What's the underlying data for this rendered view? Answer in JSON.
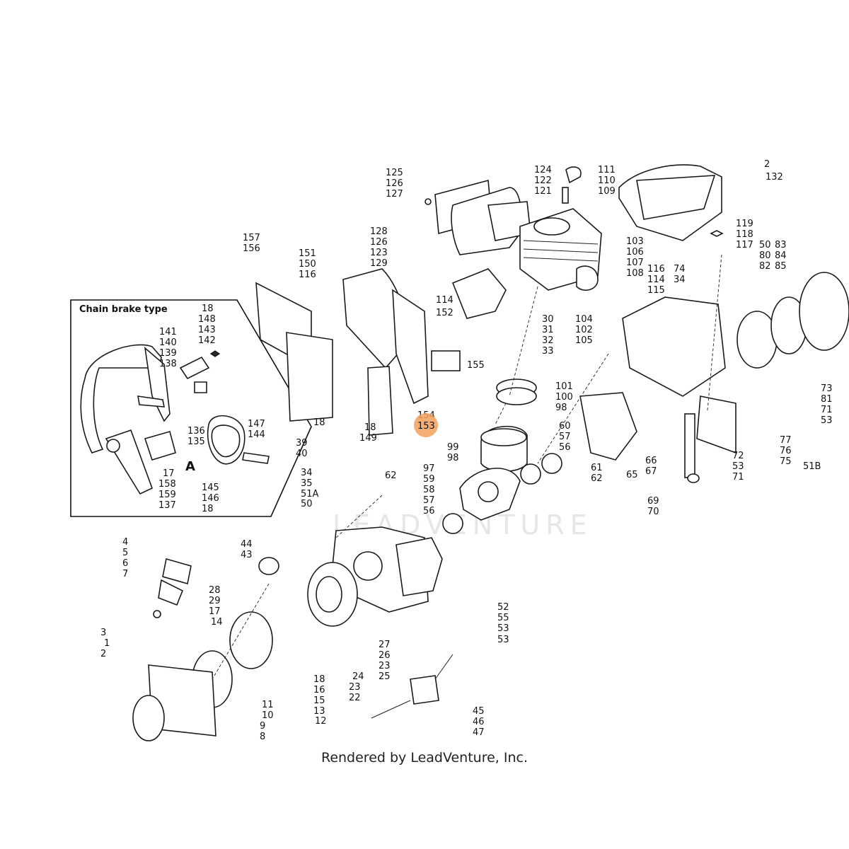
{
  "brake_box_title": "Chain brake type",
  "brake_box_marker": "A",
  "watermark": "LEADVENTURE",
  "footer": "Rendered by LeadVenture, Inc.",
  "highlight_color": "#f5a05a",
  "highlighted_label": "153",
  "labels": [
    "2",
    "132",
    "111",
    "110",
    "109",
    "124",
    "122",
    "121",
    "125",
    "126",
    "127",
    "128",
    "126",
    "123",
    "129",
    "119",
    "118",
    "117",
    "50",
    "80",
    "82",
    "83",
    "84",
    "85",
    "157",
    "156",
    "151",
    "150",
    "116",
    "114",
    "152",
    "103",
    "106",
    "107",
    "108",
    "116",
    "114",
    "115",
    "74",
    "34",
    "30",
    "31",
    "32",
    "33",
    "104",
    "102",
    "105",
    "18",
    "148",
    "143",
    "142",
    "141",
    "140",
    "139",
    "138",
    "136",
    "135",
    "17",
    "158",
    "159",
    "137",
    "145",
    "146",
    "18",
    "147",
    "144",
    "18",
    "18",
    "149",
    "154",
    "153",
    "155",
    "101",
    "100",
    "98",
    "99",
    "98",
    "60",
    "57",
    "56",
    "61",
    "62",
    "65",
    "66",
    "67",
    "69",
    "70",
    "72",
    "53",
    "71",
    "73",
    "81",
    "71",
    "53",
    "77",
    "76",
    "75",
    "51B",
    "39",
    "40",
    "34",
    "35",
    "51A",
    "50",
    "62",
    "97",
    "59",
    "58",
    "57",
    "56",
    "44",
    "43",
    "4",
    "5",
    "6",
    "7",
    "28",
    "29",
    "17",
    "14",
    "3",
    "1",
    "2",
    "11",
    "10",
    "9",
    "8",
    "18",
    "16",
    "15",
    "13",
    "12",
    "27",
    "26",
    "23",
    "25",
    "24",
    "23",
    "22",
    "45",
    "46",
    "47",
    "52",
    "55",
    "53",
    "53"
  ]
}
